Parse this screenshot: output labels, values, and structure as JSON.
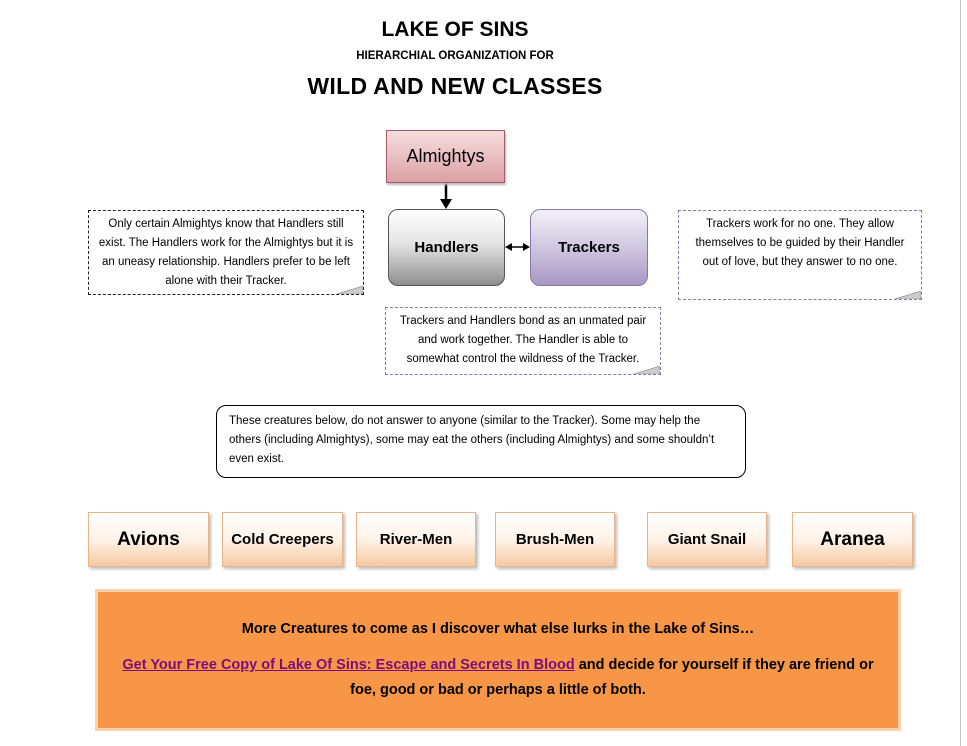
{
  "header": {
    "title": "LAKE OF SINS",
    "subtitle": "HIERARCHIAL ORGANIZATION FOR",
    "heading": "WILD AND NEW CLASSES"
  },
  "hierarchy": {
    "top": "Almightys",
    "handlers": "Handlers",
    "trackers": "Trackers"
  },
  "notes": {
    "left": "Only certain Almightys know that Handlers still exist.  The Handlers work for the Almightys but it is an uneasy relationship. Handlers prefer to be left alone with their Tracker.",
    "right": "Trackers work for no one. They allow themselves to be guided by their Handler out of love, but they answer to no one.",
    "center": "Trackers and Handlers bond as an unmated pair and work together. The Handler is able to somewhat control the wildness of the Tracker.",
    "below": "These creatures below, do not answer to anyone (similar to the Tracker).  Some may help the others (including Almightys), some may eat the others (including Almightys) and some shouldn’t even exist."
  },
  "creatures": [
    "Avions",
    "Cold Creepers",
    "River-Men",
    "Brush-Men",
    "Giant Snail",
    "Aranea"
  ],
  "footer": {
    "line1": "More Creatures to come as I discover what else lurks in the Lake of Sins…",
    "link_text": "Get Your Free Copy of Lake Of Sins: Escape and Secrets In Blood",
    "line2_rest": " and decide for yourself if they are friend or foe, good or bad or perhaps a little of both."
  },
  "colors": {
    "footer_bg": "#f79646",
    "link": "#7a0c7e",
    "almighty_fill": "#dba0a6",
    "trackers_fill": "#ccc2de"
  }
}
